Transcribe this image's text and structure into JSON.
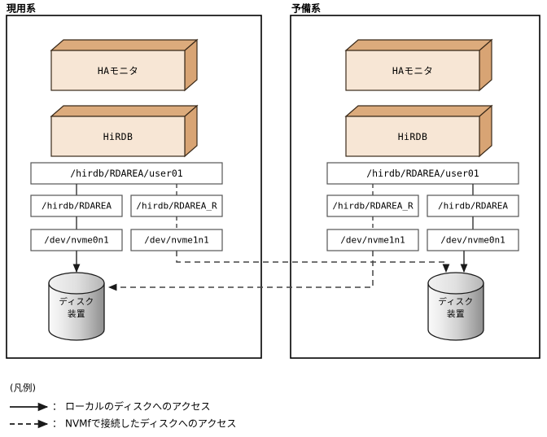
{
  "systems": [
    {
      "id": "active",
      "label": "現用系",
      "ha_monitor": "HAモニタ",
      "hirdb": "HiRDB",
      "rdarea_root": "/hirdb/RDAREA/user01",
      "rdarea_left": "/hirdb/RDAREA",
      "rdarea_right": "/hirdb/RDAREA_R",
      "dev_left": "/dev/nvme0n1",
      "dev_right": "/dev/nvme1n1",
      "disk_line1": "ディスク",
      "disk_line2": "装置"
    },
    {
      "id": "standby",
      "label": "予備系",
      "ha_monitor": "HAモニタ",
      "hirdb": "HiRDB",
      "rdarea_root": "/hirdb/RDAREA/user01",
      "rdarea_left": "/hirdb/RDAREA_R",
      "rdarea_right": "/hirdb/RDAREA",
      "dev_left": "/dev/nvme1n1",
      "dev_right": "/dev/nvme0n1",
      "disk_line1": "ディスク",
      "disk_line2": "装置"
    }
  ],
  "legend": {
    "title": "(凡例)",
    "entries": [
      {
        "style": "solid",
        "separator": "：",
        "text": "ローカルのディスクへのアクセス"
      },
      {
        "style": "dashed",
        "separator": "：",
        "text": "NVMfで接続したディスクへのアクセス"
      }
    ]
  },
  "colors": {
    "box_front": "#f7e6d5",
    "box_top": "#dcab7c",
    "box_side": "#d8a474",
    "box_stroke": "#3a2a1a",
    "flat_stroke": "#555555",
    "panel_stroke": "#000000",
    "line": "#333333",
    "dash_line": "#444444",
    "disk_light": "#f0f0f0",
    "disk_dark": "#9a9a9a",
    "text": "#000000"
  }
}
